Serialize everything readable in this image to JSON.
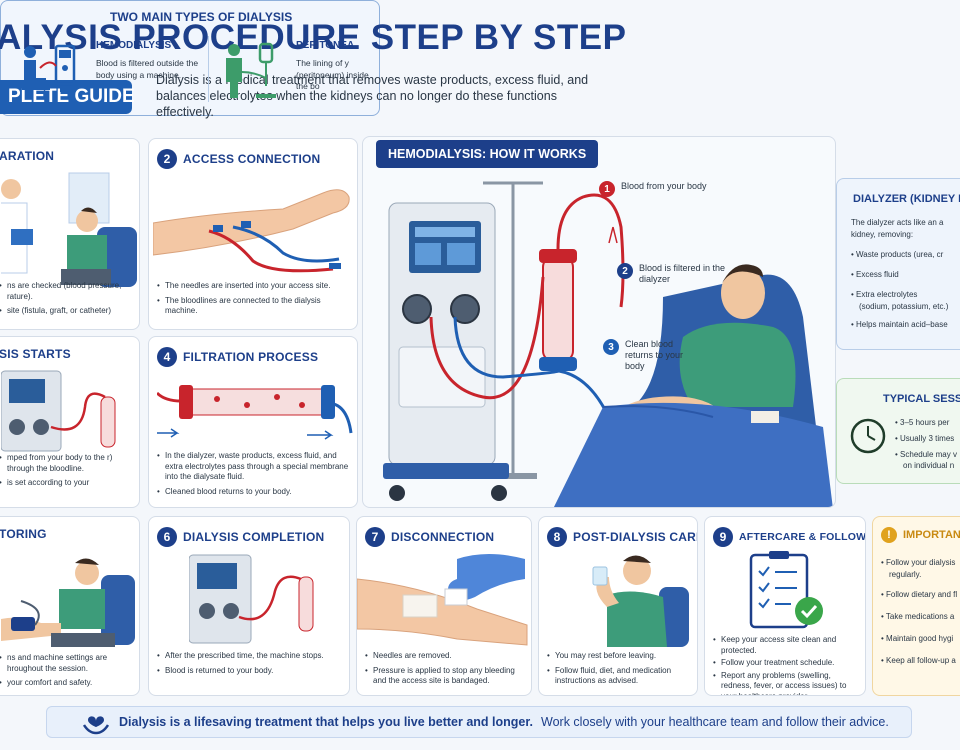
{
  "header": {
    "title": "ALYSIS PROCEDURE STEP BY STEP",
    "badge": "PLETE GUIDE",
    "intro": "Dialysis is a medical treatment that removes waste products, excess fluid, and balances electrolytes when the kidneys can no longer do these functions effectively."
  },
  "types": {
    "title": "TWO MAIN TYPES OF DIALYSIS",
    "hemo_title": "HEMODIALYSIS",
    "hemo_text": "Blood is filtered outside the body using a machine.",
    "peri_title": "PERITONEA",
    "peri_text": "The lining of y (peritoneum) inside the bo"
  },
  "steps": [
    {
      "num": "",
      "title": "ARATION",
      "bullets": [
        "ns are checked (blood pressure, rature).",
        "site (fistula, graft, or catheter)"
      ]
    },
    {
      "num": "2",
      "title": "ACCESS CONNECTION",
      "bullets": [
        "The needles are inserted into your access site.",
        "The bloodlines are connected to the dialysis machine."
      ]
    },
    {
      "num": "",
      "title": "SIS STARTS",
      "bullets": [
        "mped from your body to the r) through the bloodline.",
        "is set according to your"
      ]
    },
    {
      "num": "4",
      "title": "FILTRATION PROCESS",
      "bullets": [
        "In the dialyzer, waste products, excess fluid, and extra electrolytes pass through a special membrane into the dialysate fluid.",
        "Cleaned blood returns to your body."
      ]
    },
    {
      "num": "",
      "title": "TORING",
      "bullets": [
        "ns and machine settings are hroughout the session.",
        "your comfort and safety."
      ]
    },
    {
      "num": "6",
      "title": "DIALYSIS COMPLETION",
      "bullets": [
        "After the prescribed time, the machine stops.",
        "Blood is returned to your body."
      ]
    },
    {
      "num": "7",
      "title": "DISCONNECTION",
      "bullets": [
        "Needles are removed.",
        "Pressure is applied to stop any bleeding and the access site is bandaged."
      ]
    },
    {
      "num": "8",
      "title": "POST-DIALYSIS CARE",
      "bullets": [
        "You may rest before leaving.",
        "Follow fluid, diet, and medication instructions as advised."
      ]
    },
    {
      "num": "9",
      "title": "AFTERCARE & FOLLOW-UP",
      "bullets": [
        "Keep your access site clean and protected.",
        "Follow your treatment schedule.",
        "Report any problems (swelling, redness, fever, or access issues) to your healthcare provider."
      ]
    }
  ],
  "how_it_works": {
    "title": "HEMODIALYSIS: HOW IT WORKS",
    "callout1": "Blood from your body",
    "callout2": "Blood is filtered in the dialyzer",
    "callout3": "Clean blood returns to your body",
    "n1": "1",
    "n2": "2",
    "n3": "3"
  },
  "dialyzer": {
    "title": "DIALYZER (KIDNEY FILT",
    "intro1": "The dialyzer acts like an a",
    "intro2": "kidney, removing:",
    "items": [
      "Waste products (urea, cr",
      "Excess fluid",
      "Extra electrolytes",
      "(sodium, potassium, etc.)",
      "Helps maintain acid–base"
    ]
  },
  "session": {
    "title": "TYPICAL SESSIO",
    "items": [
      "3–5 hours per",
      "Usually 3 times",
      "Schedule may v",
      "on individual n"
    ]
  },
  "important": {
    "title": "IMPORTAN",
    "items": [
      "Follow your dialysis",
      "regularly.",
      "Follow dietary and fl",
      "Take medications a",
      "Maintain good hygi",
      "Keep all follow-up a"
    ]
  },
  "footer": {
    "bold": "Dialysis is a lifesaving treatment that helps you live better and longer.",
    "rest": "Work closely with your healthcare team and follow their advice."
  },
  "colors": {
    "navy": "#1d3f8a",
    "blood_red": "#c8242c",
    "clean_blue": "#1f5fb3",
    "patient_green": "#3d9c7a"
  }
}
